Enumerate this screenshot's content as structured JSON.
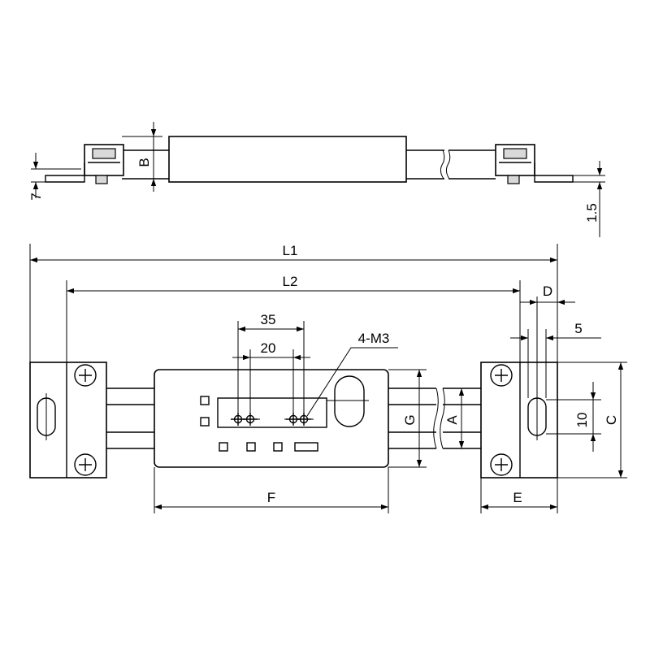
{
  "labels": {
    "L1": "L1",
    "L2": "L2",
    "D": "D",
    "five": "5",
    "thirty_five": "35",
    "twenty": "20",
    "m3": "4-M3",
    "G": "G",
    "A": "A",
    "C": "C",
    "ten": "10",
    "E": "E",
    "F": "F",
    "B": "B",
    "seven": "7",
    "one_five": "1.5"
  }
}
